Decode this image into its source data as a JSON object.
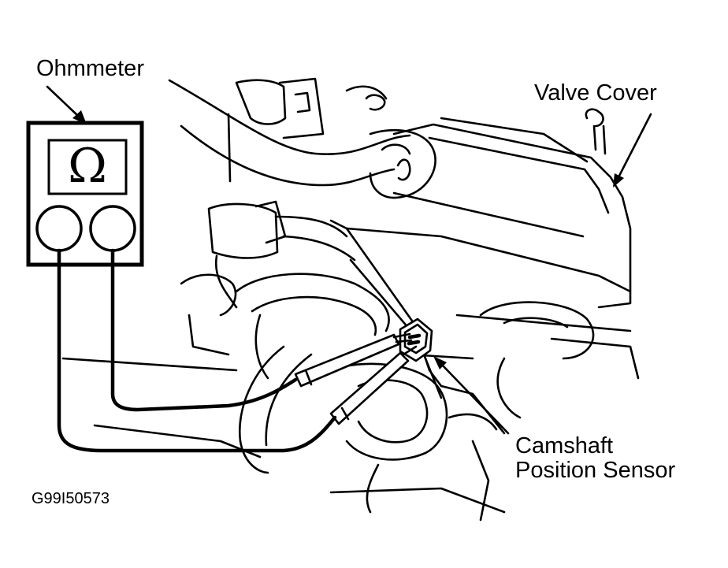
{
  "labels": {
    "ohmmeter": "Ohmmeter",
    "valve_cover": "Valve Cover",
    "camshaft_line1": "Camshaft",
    "camshaft_line2": "Position Sensor",
    "figure_id": "G99I50573"
  },
  "meter": {
    "symbol": "Ω"
  },
  "colors": {
    "ink": "#000000",
    "paper": "#ffffff"
  }
}
